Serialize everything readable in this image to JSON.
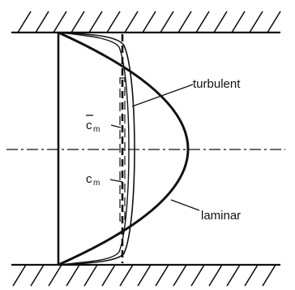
{
  "labels": {
    "turbulent": "turbulent",
    "laminar": "laminar",
    "mean_velocity_symbol": "c",
    "mean_velocity_subscript": "m",
    "mean_velocity_bar_symbol": "c",
    "mean_velocity_bar_subscript": "m"
  },
  "colors": {
    "ink": "#111111",
    "background": "#ffffff"
  }
}
